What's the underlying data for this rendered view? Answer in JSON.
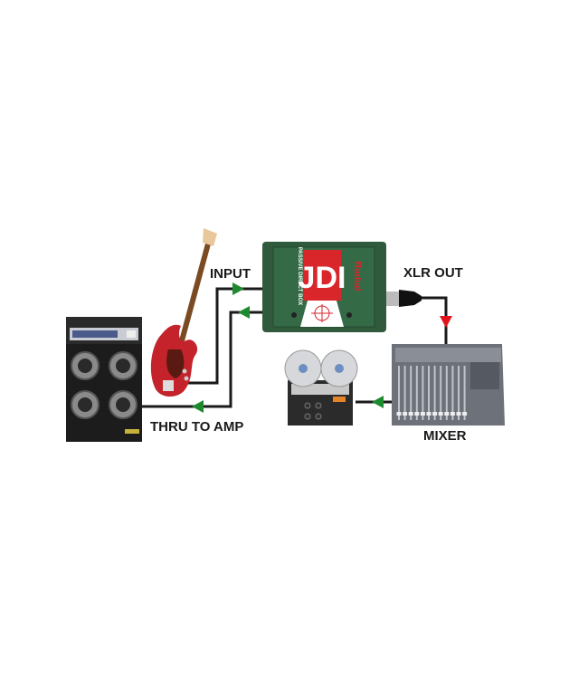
{
  "labels": {
    "input": "INPUT",
    "xlr_out": "XLR OUT",
    "thru_to_amp": "THRU TO AMP",
    "mixer": "MIXER"
  },
  "di_box": {
    "logo": "JDI",
    "subtitle": "PASSIVE DIRECT BOX",
    "brand": "Radial"
  },
  "colors": {
    "cable": "#1a1a1a",
    "arrow_green": "#1e8a2e",
    "arrow_red": "#e0141c",
    "di_green": "#2f5a3c",
    "di_red": "#d8262b"
  }
}
